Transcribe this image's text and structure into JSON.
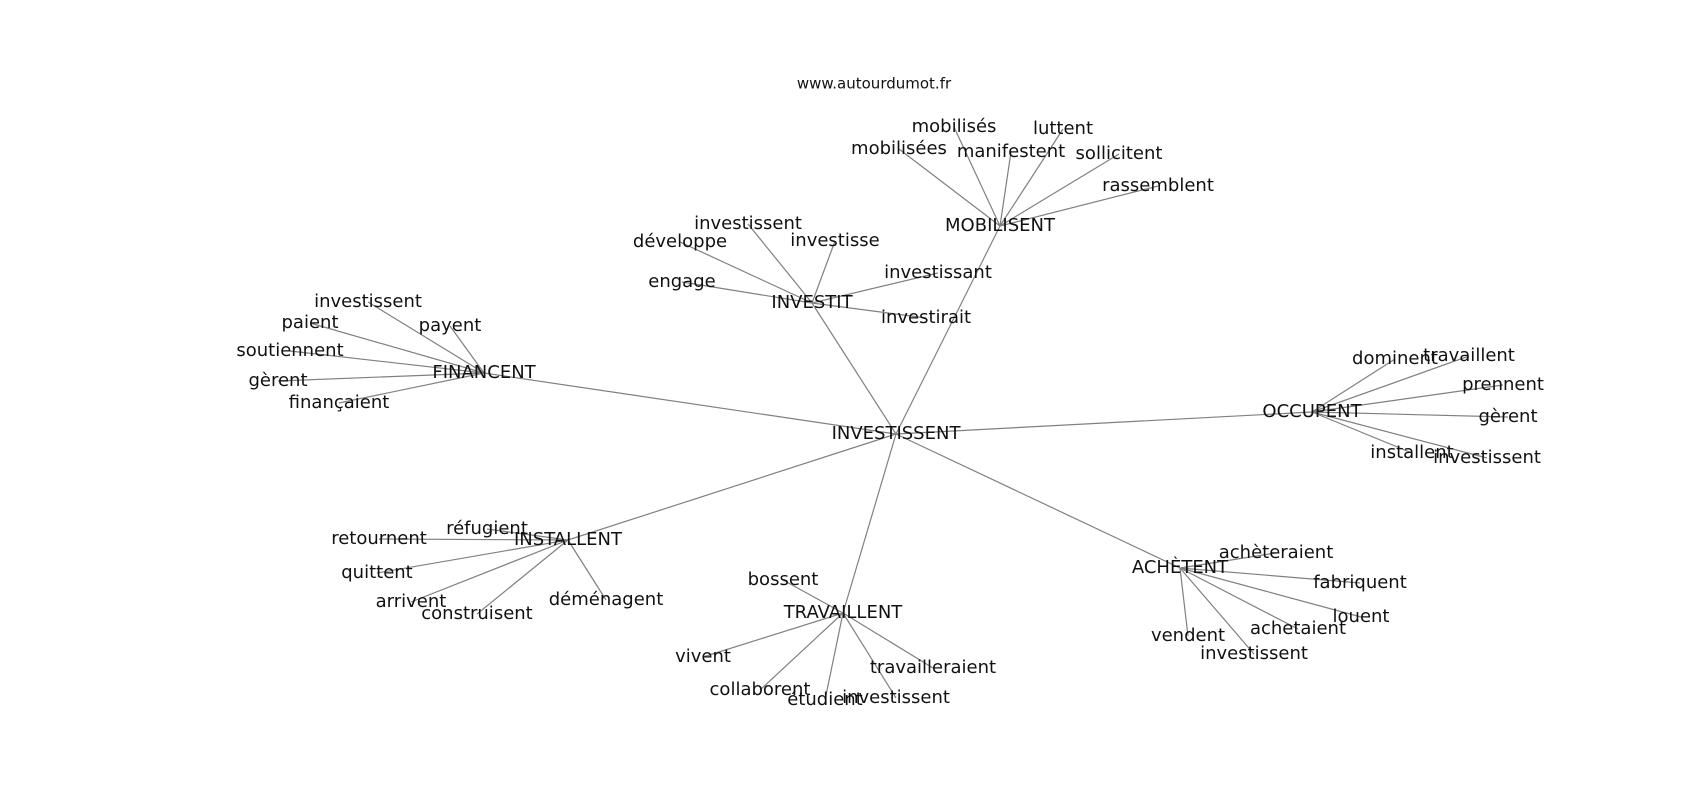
{
  "site": "www.autourdumot.fr",
  "graph": {
    "center": "INVESTISSENT",
    "hubs": [
      {
        "label": "MOBILISENT",
        "leaves": [
          "mobilisés",
          "luttent",
          "mobilisées",
          "manifestent",
          "sollicitent",
          "rassemblent"
        ]
      },
      {
        "label": "INVESTIT",
        "leaves": [
          "investissent",
          "développe",
          "investisse",
          "engage",
          "investissant",
          "investirait"
        ]
      },
      {
        "label": "FINANCENT",
        "leaves": [
          "investissent",
          "paient",
          "payent",
          "soutiennent",
          "gèrent",
          "finançaient"
        ]
      },
      {
        "label": "OCCUPENT",
        "leaves": [
          "dominent",
          "travaillent",
          "prennent",
          "gèrent",
          "installent",
          "investissent"
        ]
      },
      {
        "label": "INSTALLENT",
        "leaves": [
          "réfugient",
          "retournent",
          "quittent",
          "arrivent",
          "construisent",
          "déménagent"
        ]
      },
      {
        "label": "TRAVAILLENT",
        "leaves": [
          "bossent",
          "vivent",
          "travailleraient",
          "collaborent",
          "étudient",
          "investissent"
        ]
      },
      {
        "label": "ACHÈTENT",
        "leaves": [
          "achèteraient",
          "fabriquent",
          "louent",
          "achetaient",
          "vendent",
          "investissent"
        ]
      }
    ]
  }
}
